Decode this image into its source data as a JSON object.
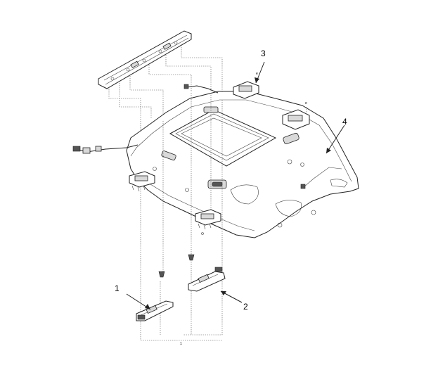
{
  "callouts": {
    "c1": "1",
    "c2": "2",
    "c3": "3",
    "c4": "4"
  },
  "small_marks": {
    "top_bracket_mark": "e",
    "right_bracket_mark": "e",
    "bottom_mark": "1"
  }
}
